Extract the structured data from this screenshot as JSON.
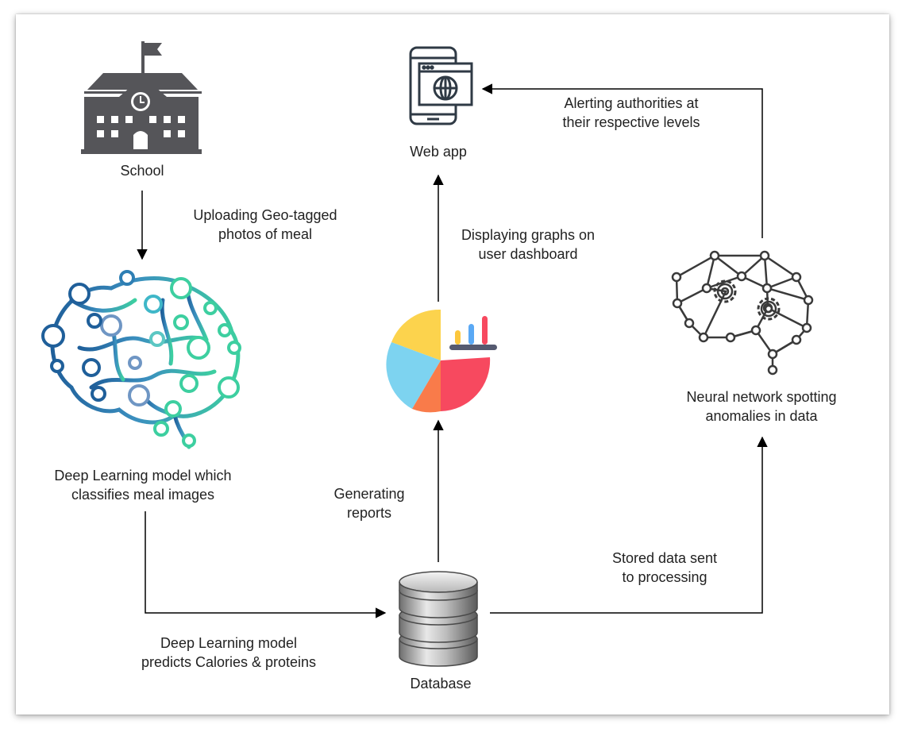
{
  "nodes": {
    "school": {
      "label": "School",
      "icon": "school-building-icon"
    },
    "classifier": {
      "lines": [
        "Deep Learning model which",
        "classifies meal images"
      ],
      "icon": "neural-brain-icon"
    },
    "database": {
      "label": "Database",
      "icon": "database-cylinder-icon"
    },
    "charts": {
      "icon": "pie-bar-chart-icon"
    },
    "webapp": {
      "label": "Web app",
      "icon": "mobile-web-app-icon"
    },
    "neural": {
      "lines": [
        "Neural network spotting",
        "anomalies in data"
      ],
      "icon": "brain-gears-icon"
    }
  },
  "edges": {
    "school_to_classifier": {
      "lines": [
        "Uploading Geo-tagged",
        "photos of meal"
      ]
    },
    "classifier_to_database": {
      "lines": [
        "Deep Learning model",
        "predicts Calories & proteins"
      ]
    },
    "database_to_charts": {
      "lines": [
        "Generating",
        "reports"
      ]
    },
    "charts_to_webapp": {
      "lines": [
        "Displaying graphs on",
        "user dashboard"
      ]
    },
    "database_to_neural": {
      "lines": [
        "Stored data sent",
        "to processing"
      ]
    },
    "neural_to_webapp": {
      "lines": [
        "Alerting authorities at",
        "their respective levels"
      ]
    }
  },
  "colors": {
    "icon_dark": "#555559",
    "brain_blue": "#1f5f9a",
    "brain_green": "#3dcfa0",
    "pie_yellow": "#fcd34d",
    "pie_blue": "#7dd3f0",
    "pie_red": "#f7495f",
    "pie_orange": "#f97b4a"
  }
}
